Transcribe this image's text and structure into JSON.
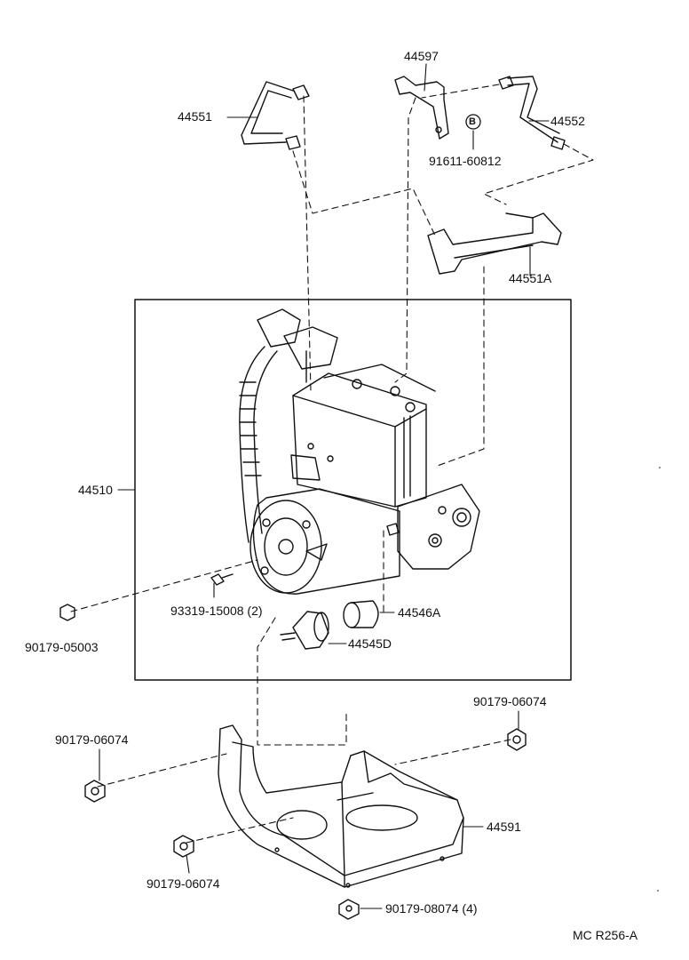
{
  "parts": {
    "p44597": "44597",
    "p44551": "44551",
    "p44552": "44552",
    "bolt_symbol": "B",
    "p91611": "91611-60812",
    "p44551A": "44551A",
    "p44510": "44510",
    "p93319": "93319-15008 (2)",
    "p44546A": "44546A",
    "p90179_05003": "90179-05003",
    "p44545D": "44545D",
    "p90179_06074_right": "90179-06074",
    "p90179_06074_left": "90179-06074",
    "p44591": "44591",
    "p90179_06074_bottom": "90179-06074",
    "p90179_08074": "90179-08074 (4)"
  },
  "footer": {
    "code": "MC  R256-A"
  },
  "colors": {
    "ink": "#111111",
    "background": "#ffffff"
  }
}
